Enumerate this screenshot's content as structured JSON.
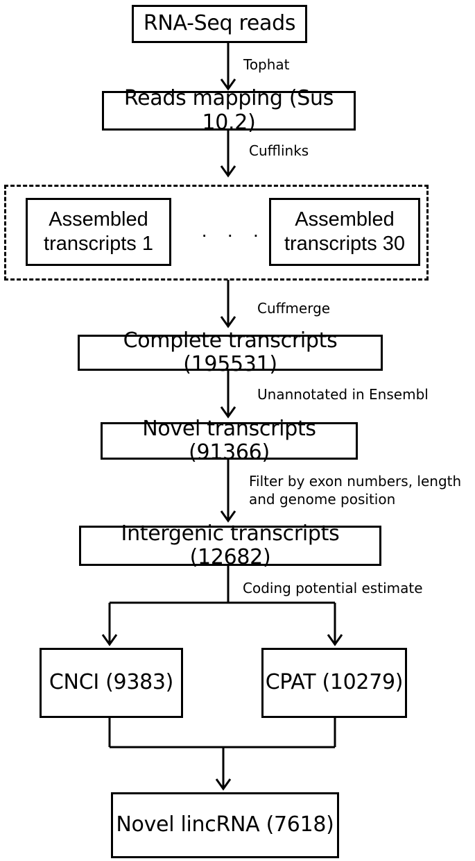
{
  "nodes": {
    "rna_seq_reads": "RNA-Seq reads",
    "reads_mapping": "Reads mapping (Sus 10.2)",
    "assembled_1_line1": "Assembled",
    "assembled_1_line2": "transcripts 1",
    "ellipsis": "· · ·",
    "assembled_30_line1": "Assembled",
    "assembled_30_line2": "transcripts 30",
    "complete_transcripts": "Complete transcripts (195531)",
    "novel_transcripts": "Novel transcripts (91366)",
    "intergenic_transcripts": "Intergenic transcripts (12682)",
    "cnci": "CNCI (9383)",
    "cpat": "CPAT (10279)",
    "novel_lincrna": "Novel lincRNA (7618)"
  },
  "edges": {
    "tophat": "Tophat",
    "cufflinks": "Cufflinks",
    "cuffmerge": "Cuffmerge",
    "unannotated": "Unannotated in Ensembl",
    "filter_line1": "Filter by exon numbers, length",
    "filter_line2": "and genome position",
    "coding_potential": "Coding potential estimate"
  }
}
